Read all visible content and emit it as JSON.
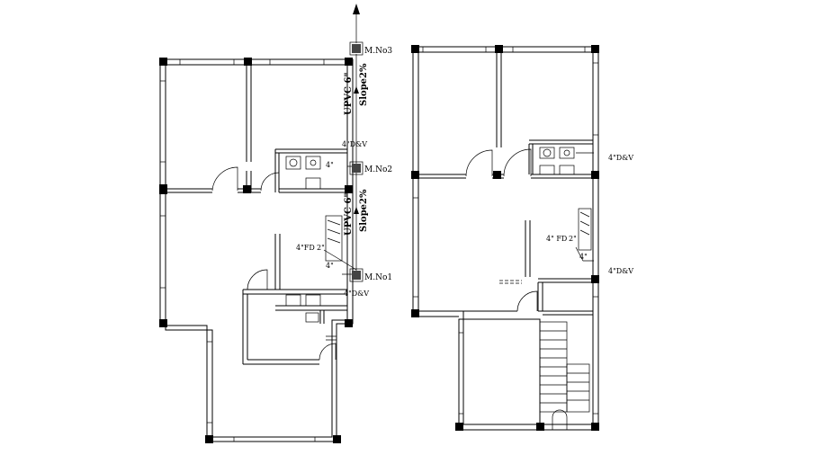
{
  "labels": {
    "mh3": "M.No3",
    "mh2": "M.No2",
    "mh1": "M.No1",
    "pipe_upper": "UPVC 6\"",
    "slope_upper": "Slope2%",
    "pipe_lower": "UPVC 6\"",
    "slope_lower": "Slope2%",
    "dv_left_top": "4\"D&V",
    "dv_left_bottom": "4\"D&V",
    "fd_left": "4\"FD",
    "fd_left_4": "4\"",
    "fd_left_2": "2\"",
    "pipe_left_4a": "4\"",
    "dv_right_top": "4\"D&V",
    "dv_right_bottom": "4\"D&V",
    "fd_right": "4\" FD",
    "fd_right_2": "2\"",
    "fd_right_4": "4\""
  },
  "colors": {
    "line": "#000000",
    "background": "#ffffff"
  }
}
